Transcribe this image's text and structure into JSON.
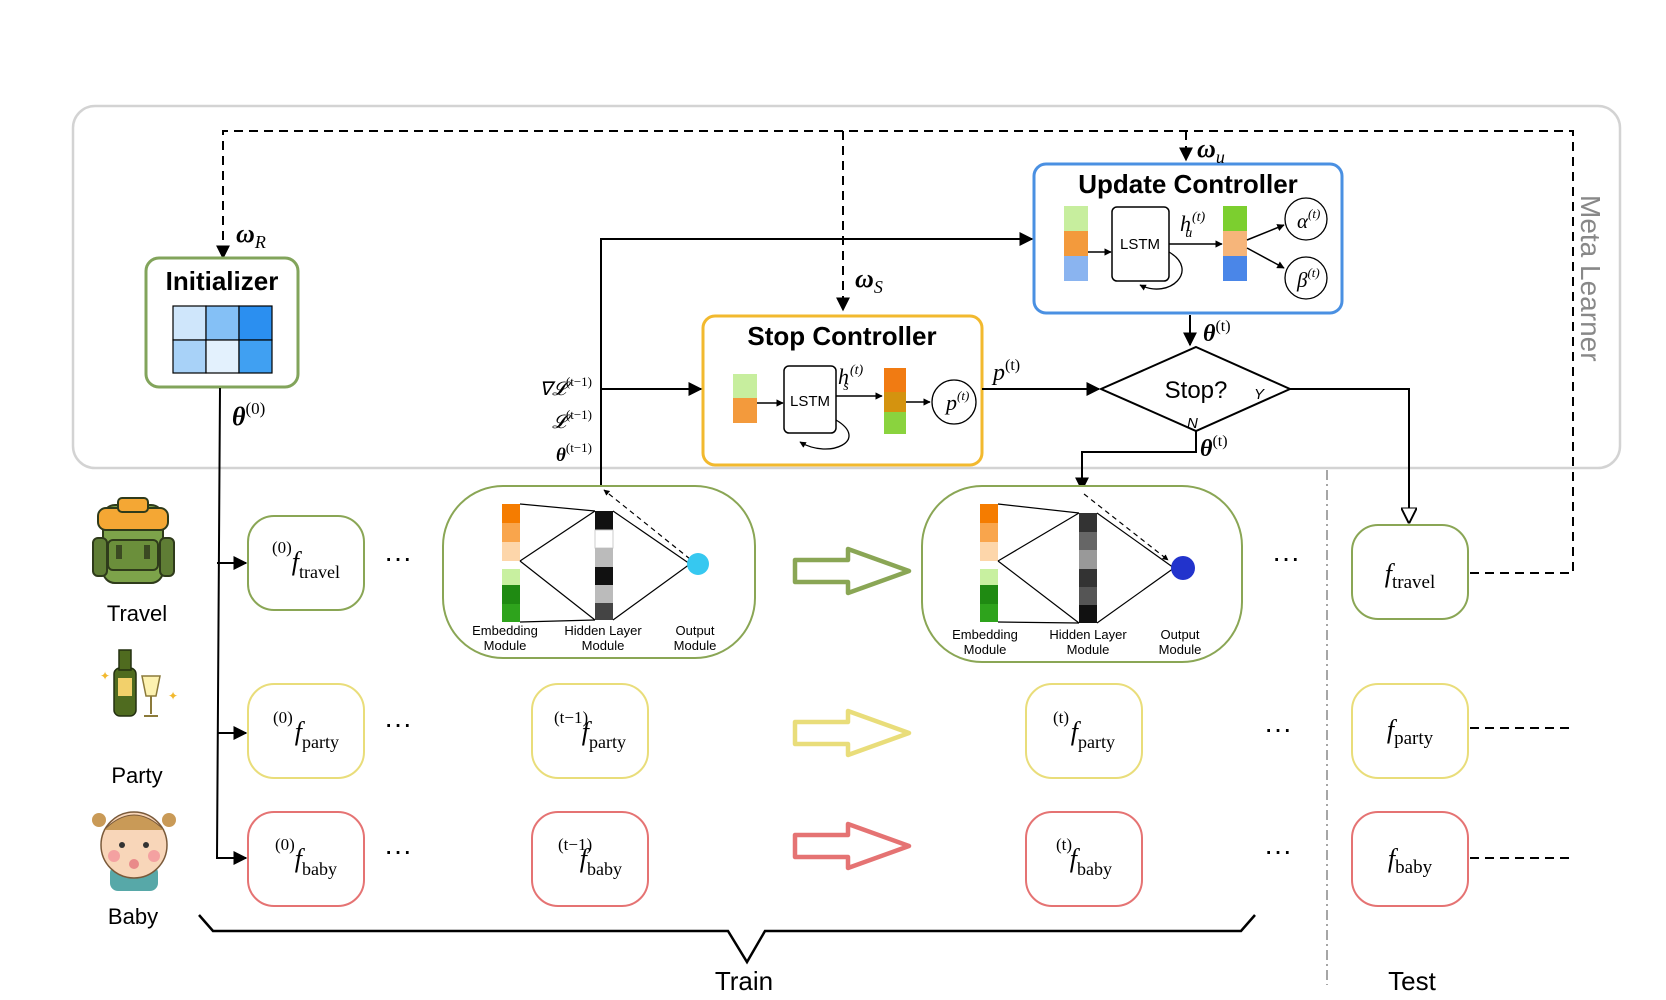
{
  "meta_learner": {
    "label": "Meta Learner"
  },
  "initializer": {
    "title": "Initializer",
    "omega": "ω",
    "omega_sub": "R",
    "theta_out": "θ",
    "theta_sup": "(0)"
  },
  "stop_controller": {
    "title": "Stop Controller",
    "lstm": "LSTM",
    "h_base": "h",
    "h_sub": "s",
    "h_sup": "(t)",
    "p_base": "p",
    "p_sup": "(t)",
    "omega": "ω",
    "omega_sub": "S"
  },
  "update_controller": {
    "title": "Update Controller",
    "lstm": "LSTM",
    "h_base": "h",
    "h_sub": "u",
    "h_sup": "(t)",
    "alpha_base": "α",
    "alpha_sup": "(t)",
    "beta_base": "β",
    "beta_sup": "(t)",
    "omega": "ω",
    "omega_sub": "u"
  },
  "stop_decision": {
    "label": "Stop?",
    "yes": "Y",
    "no": "N",
    "theta_in": "θ",
    "theta_in_sup": "(t)",
    "theta_out": "θ",
    "theta_out_sup": "(t)",
    "p_label": "p",
    "p_sup": "(t)"
  },
  "inputs": {
    "grad": {
      "base": "∇𝓛",
      "sup": "(t−1)"
    },
    "loss": {
      "base": "𝓛",
      "sup": "(t−1)"
    },
    "theta": {
      "base": "θ",
      "sup": "(t−1)"
    }
  },
  "tasks": [
    {
      "name": "Travel",
      "f0": "travel",
      "ft_prev": "",
      "ft": "",
      "ftest": "travel"
    },
    {
      "name": "Party",
      "f0": "party",
      "ft_prev": "party",
      "ft": "party",
      "ftest": "party"
    },
    {
      "name": "Baby",
      "f0": "baby",
      "ft_prev": "baby",
      "ft": "baby",
      "ftest": "baby"
    }
  ],
  "f_symbol": "f",
  "sup_0": "(0)",
  "sup_prev": "(t−1)",
  "sup_t": "(t)",
  "ellipsis": "···",
  "network_modules": {
    "embedding": [
      "Embedding",
      "Module"
    ],
    "hidden": [
      "Hidden Layer",
      "Module"
    ],
    "output": [
      "Output",
      "Module"
    ]
  },
  "phases": {
    "train": "Train",
    "test": "Test"
  },
  "colors": {
    "travel": "#8aa655",
    "party": "#e9dd7a",
    "baby": "#e57373",
    "stop_border": "#f2b92e",
    "update_border": "#4a90e2",
    "init_border": "#82a45b",
    "orange": "#f39a3c",
    "light_green": "#a8e07a",
    "blue_cell": "#5b9bef",
    "green_cell": "#7ccf2f",
    "output_cyan": "#36c8f0",
    "output_blue": "#2233cc"
  }
}
